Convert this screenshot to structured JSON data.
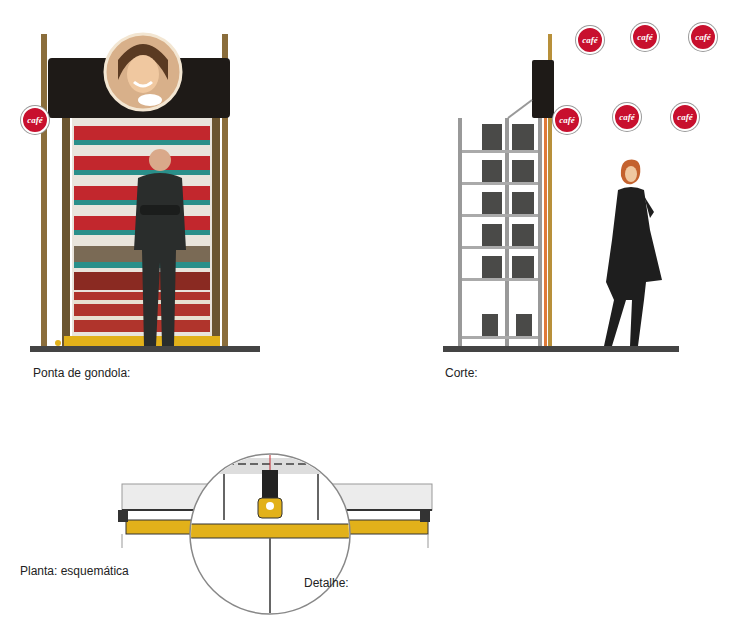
{
  "diagram": {
    "nodes": [
      {
        "text": [
          "café"
        ]
      },
      {
        "text": [
          "café"
        ]
      },
      {
        "text": [
          "café"
        ]
      },
      {
        "text": [
          "café"
        ]
      },
      {
        "text": [
          "café"
        ]
      },
      {
        "text": [
          "café"
        ]
      },
      {
        "text": [
          "café"
        ]
      }
    ],
    "labels": [
      "Ponta de gondola:",
      "Corte:",
      "Planta: esquemática",
      "Detalhe:"
    ]
  }
}
